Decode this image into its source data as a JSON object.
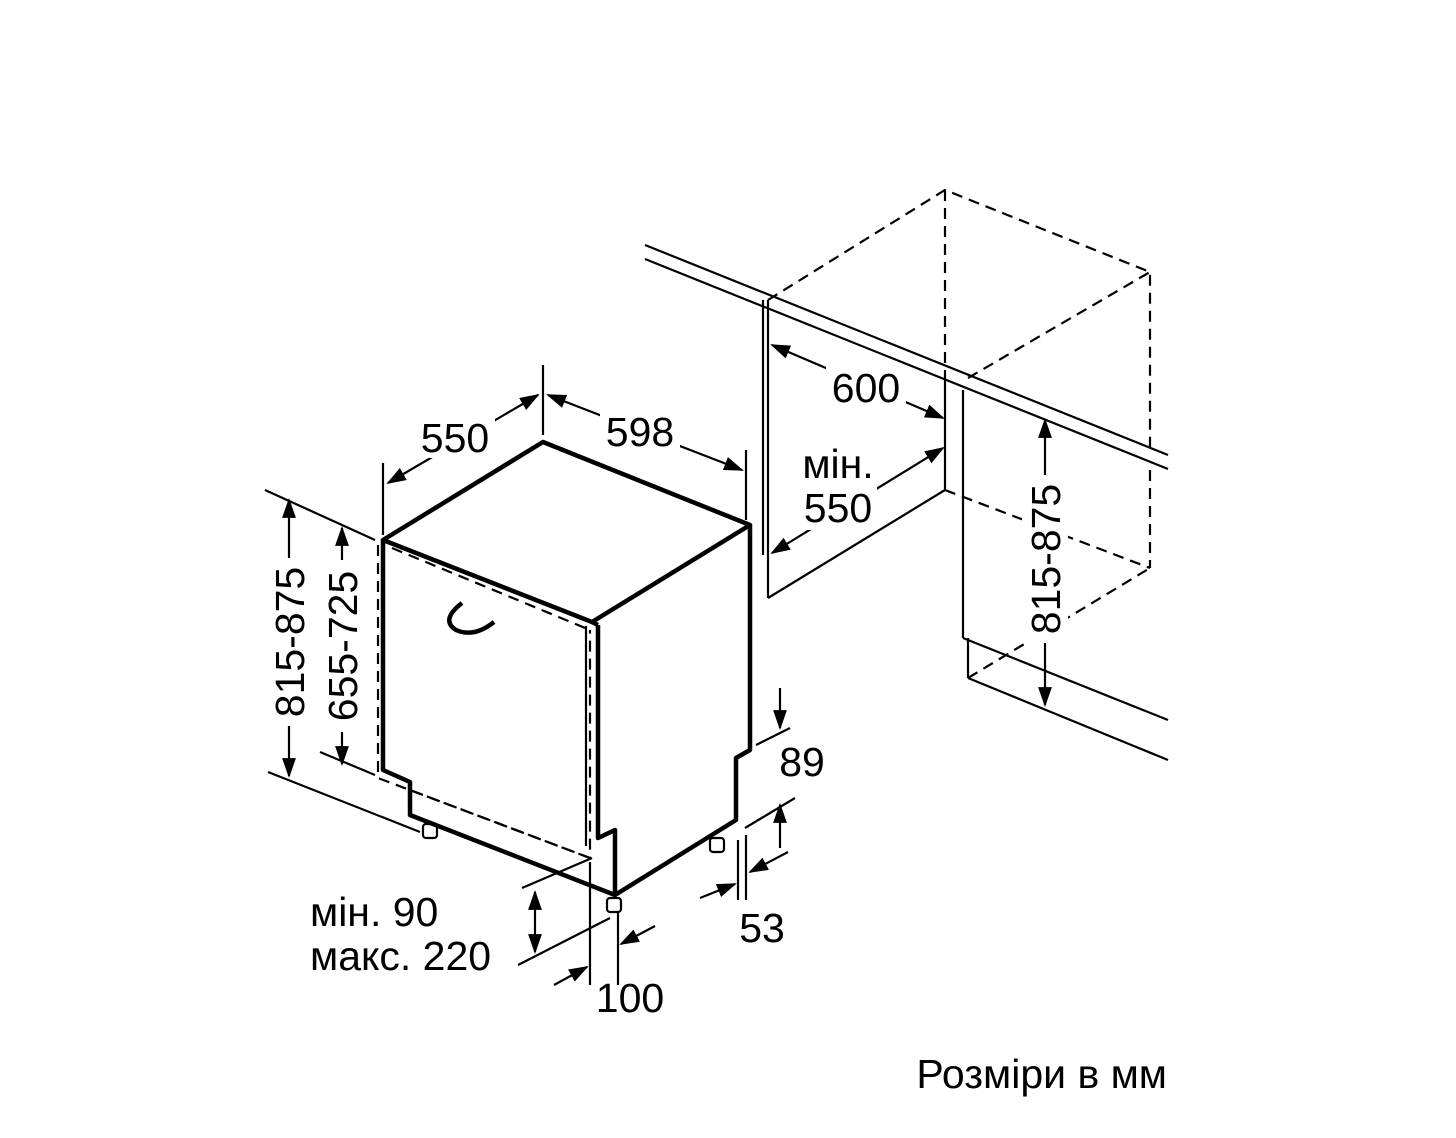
{
  "labels": {
    "depth": "550",
    "width": "598",
    "niche_width": "600",
    "niche_depth_prefix": "мін.",
    "niche_depth_value": "550",
    "niche_height": "815-875",
    "appliance_height": "815-875",
    "door_height": "655-725",
    "plinth_height": "89",
    "plinth_setback": "53",
    "plinth_clearance_min": "мін. 90",
    "plinth_clearance_max": "макс. 220",
    "plinth_depth": "100",
    "units_note": "Розміри в мм"
  }
}
